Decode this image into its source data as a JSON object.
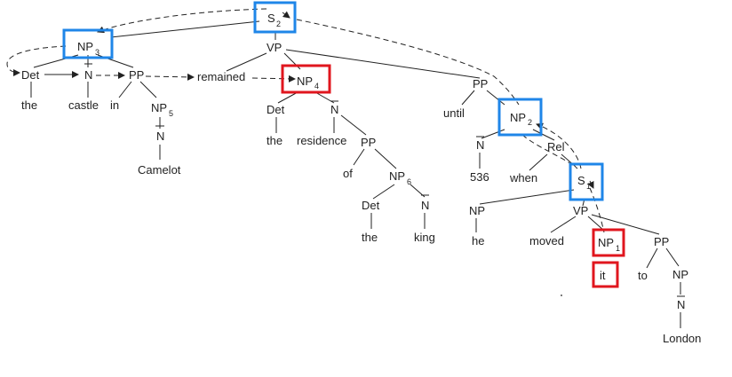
{
  "tree": {
    "S2": {
      "label": "S",
      "sub": "2",
      "highlight": "blue"
    },
    "VP_main": {
      "label": "VP"
    },
    "NP3": {
      "label": "NP",
      "sub": "3",
      "highlight": "blue"
    },
    "Det1": {
      "label": "Det"
    },
    "N_castle": {
      "label": "N"
    },
    "PP_in": {
      "label": "PP"
    },
    "w_the1": {
      "label": "the"
    },
    "w_castle": {
      "label": "castle"
    },
    "w_in": {
      "label": "in"
    },
    "NP5": {
      "label": "NP",
      "sub": "5"
    },
    "N_camelot": {
      "label": "N"
    },
    "w_camelot": {
      "label": "Camelot"
    },
    "w_remained": {
      "label": "remained"
    },
    "NP4": {
      "label": "NP",
      "sub": "4",
      "highlight": "red"
    },
    "Det2": {
      "label": "Det"
    },
    "w_the2": {
      "label": "the"
    },
    "N_res": {
      "label": "N"
    },
    "w_residence": {
      "label": "residence"
    },
    "PP_of": {
      "label": "PP"
    },
    "w_of": {
      "label": "of"
    },
    "NP6": {
      "label": "NP",
      "sub": "6"
    },
    "Det3": {
      "label": "Det"
    },
    "w_the3": {
      "label": "the"
    },
    "N_king": {
      "label": "N"
    },
    "w_king": {
      "label": "king"
    },
    "PP_until": {
      "label": "PP"
    },
    "w_until": {
      "label": "until"
    },
    "NP2": {
      "label": "NP",
      "sub": "2",
      "highlight": "blue"
    },
    "N_536": {
      "label": "N"
    },
    "w_536": {
      "label": "536"
    },
    "Rel": {
      "label": "Rel"
    },
    "w_when": {
      "label": "when"
    },
    "S1": {
      "label": "S",
      "sub": "1",
      "highlight": "blue"
    },
    "NP_he": {
      "label": "NP"
    },
    "w_he": {
      "label": "he"
    },
    "VP_sub": {
      "label": "VP"
    },
    "w_moved": {
      "label": "moved"
    },
    "NP1": {
      "label": "NP",
      "sub": "1",
      "highlight": "red"
    },
    "w_it": {
      "label": "it",
      "highlight": "red"
    },
    "PP_to": {
      "label": "PP"
    },
    "w_to": {
      "label": "to"
    },
    "NP_london": {
      "label": "NP"
    },
    "N_london": {
      "label": "N"
    },
    "w_london": {
      "label": "London"
    }
  },
  "colors": {
    "blue_box": "#1f86e8",
    "red_box": "#e0161e",
    "ink": "#222222"
  }
}
